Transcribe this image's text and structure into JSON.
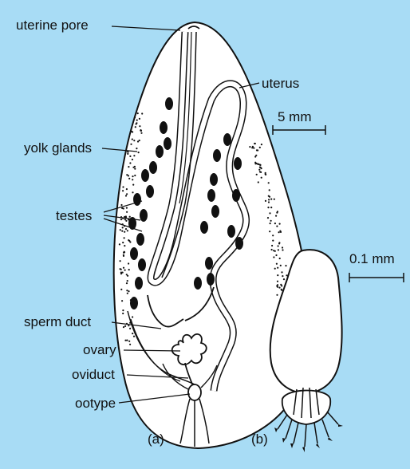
{
  "background_color": "#a8dcf5",
  "labels": {
    "uterine_pore": "uterine pore",
    "uterus": "uterus",
    "yolk_glands": "yolk glands",
    "testes": "testes",
    "sperm_duct": "sperm duct",
    "ovary": "ovary",
    "oviduct": "oviduct",
    "ootype": "ootype",
    "panel_a": "(a)",
    "panel_b": "(b)",
    "scale_a": "5 mm",
    "scale_b": "0.1 mm"
  }
}
